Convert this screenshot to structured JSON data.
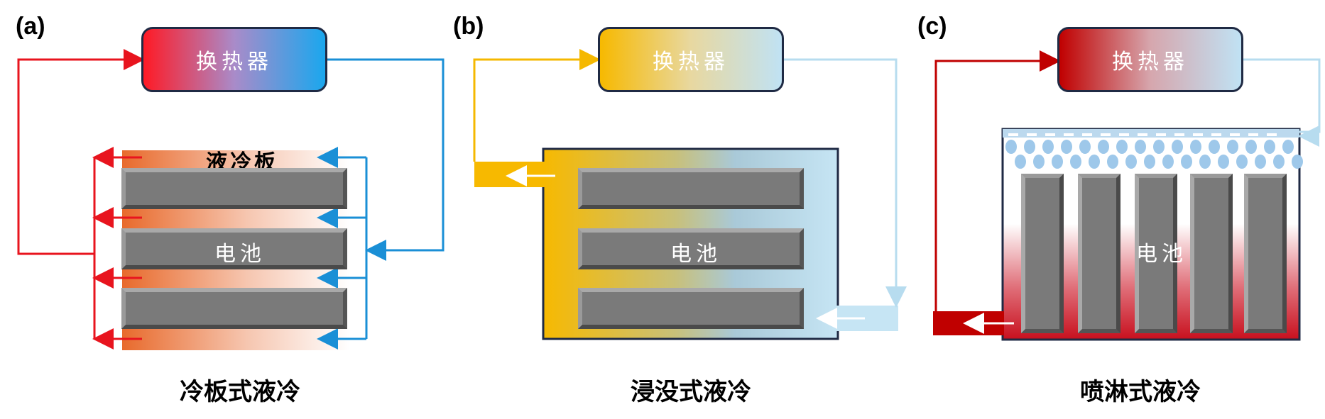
{
  "panels": [
    {
      "label": "(a)",
      "heat_exchanger": "换热器",
      "plate_label": "液冷板",
      "battery_label": "电池",
      "caption": "冷板式液冷"
    },
    {
      "label": "(b)",
      "heat_exchanger": "换热器",
      "battery_label": "电池",
      "caption": "浸没式液冷"
    },
    {
      "label": "(c)",
      "heat_exchanger": "换热器",
      "battery_label": "电池",
      "caption": "喷淋式液冷"
    }
  ],
  "colors": {
    "hot_red": "#e8141e",
    "cold_blue": "#1ea3e6",
    "warm_orange": "#f5b800",
    "light_blue": "#bcdff0",
    "dark_red": "#c00000"
  }
}
